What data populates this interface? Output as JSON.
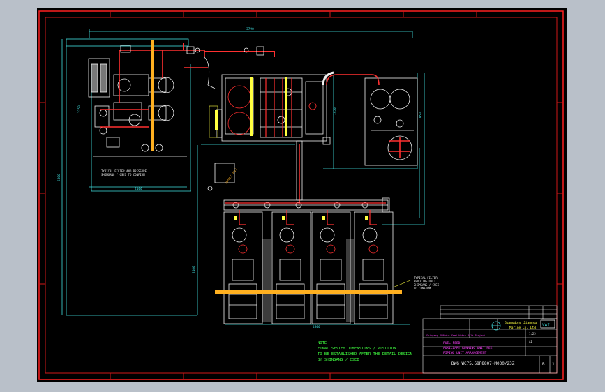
{
  "dimensions": {
    "top_overall": "3790",
    "bottom_overall": "4800",
    "left_height": "5800",
    "left_tank": "2100",
    "left_unit_height": "2250",
    "mid_height": "1950",
    "right_height": "1950",
    "lower_height": "2400"
  },
  "callouts": {
    "left_pump_note": "TYPICAL FILTER AND PRESSURE\nSHIMGANG / CSEI TO CONFIRM",
    "right_lower_note": "TYPICAL FILTER\nREDUCING UNIT\nSHIMGANG / CSEI\nTO CONFIRM",
    "tag_box": "SUPPLY UNIT"
  },
  "note": {
    "heading": "NOTE",
    "line1": "FINAL SYSTEM DIMENSIONS / POSITION",
    "line2": "TO BE ESTABLISHED AFTER THE DETAIL DESIGN",
    "line3": "BY SHINGANG / CSEI"
  },
  "title_block": {
    "company_line1": "Guangdong Jiangsu",
    "company_line2": "Marine Co. Ltd.",
    "logo_text": "VAI",
    "project": "Shinyang 6800dwt Semi-Hatch Bulk Project",
    "drawing_title1": "FUEL FEED",
    "drawing_title2": "AUXILIARY RUNNING UNIT FEE",
    "drawing_title3": "PIPING UNIT ARRANGEMENT",
    "drawing_number": "DWG WC75.68P8807-M030/23Z",
    "revision": "B",
    "sheet": "1",
    "scale": "1:25",
    "format": "A1"
  },
  "colors": {
    "frame": "#ff2020",
    "inner_frame": "#d01818",
    "dim": "#40e0e0",
    "equipment": "#f0f0f0",
    "pipe": "#ff3030",
    "pipe_dark": "#b01818",
    "highlight": "#ffb020",
    "yellow": "#ffff40",
    "note": "#40ff40",
    "magenta": "#ff40ff"
  }
}
